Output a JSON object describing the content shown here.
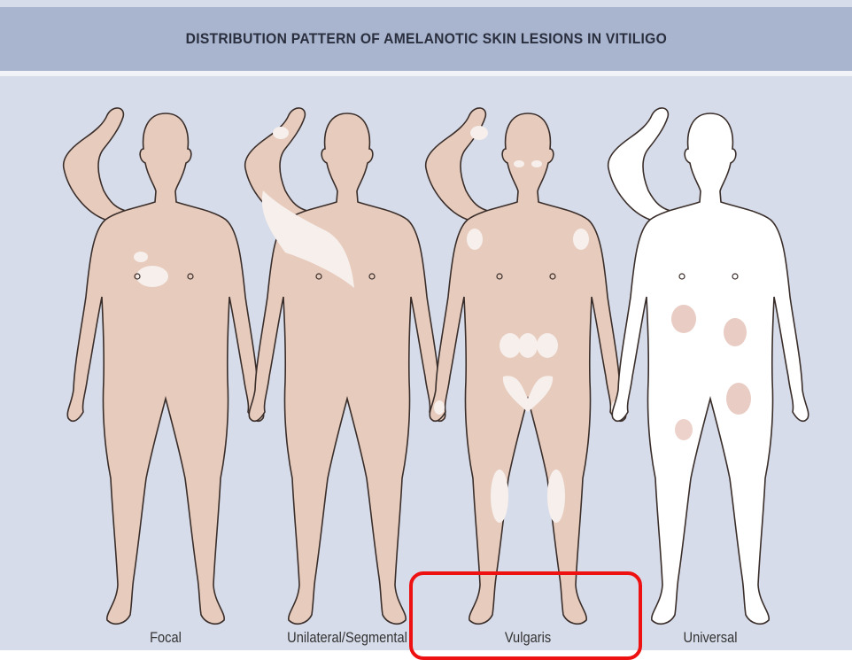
{
  "header": {
    "title": "DISTRIBUTION PATTERN OF AMELANOTIC SKIN LESIONS IN VITILIGO"
  },
  "figures": [
    {
      "label": "Focal",
      "skin": "#e7cbbd",
      "lesions": "single"
    },
    {
      "label": "Unilateral/Segmental",
      "skin": "#e7cbbd",
      "lesions": "one-side"
    },
    {
      "label": "Vulgaris",
      "skin": "#e7cbbd",
      "lesions": "symmetric-scattered"
    },
    {
      "label": "Universal",
      "skin": "#ffffff",
      "lesions": "remaining-pigment-patches"
    }
  ],
  "colors": {
    "background": "#d7dcea",
    "header_band": "#a9b5ce",
    "lesion": "#f6efec",
    "pigment_patch": "#e5c3b9",
    "outline": "#3a2e2a",
    "highlight": "#ee1111"
  },
  "highlight": {
    "target": "Vulgaris"
  }
}
